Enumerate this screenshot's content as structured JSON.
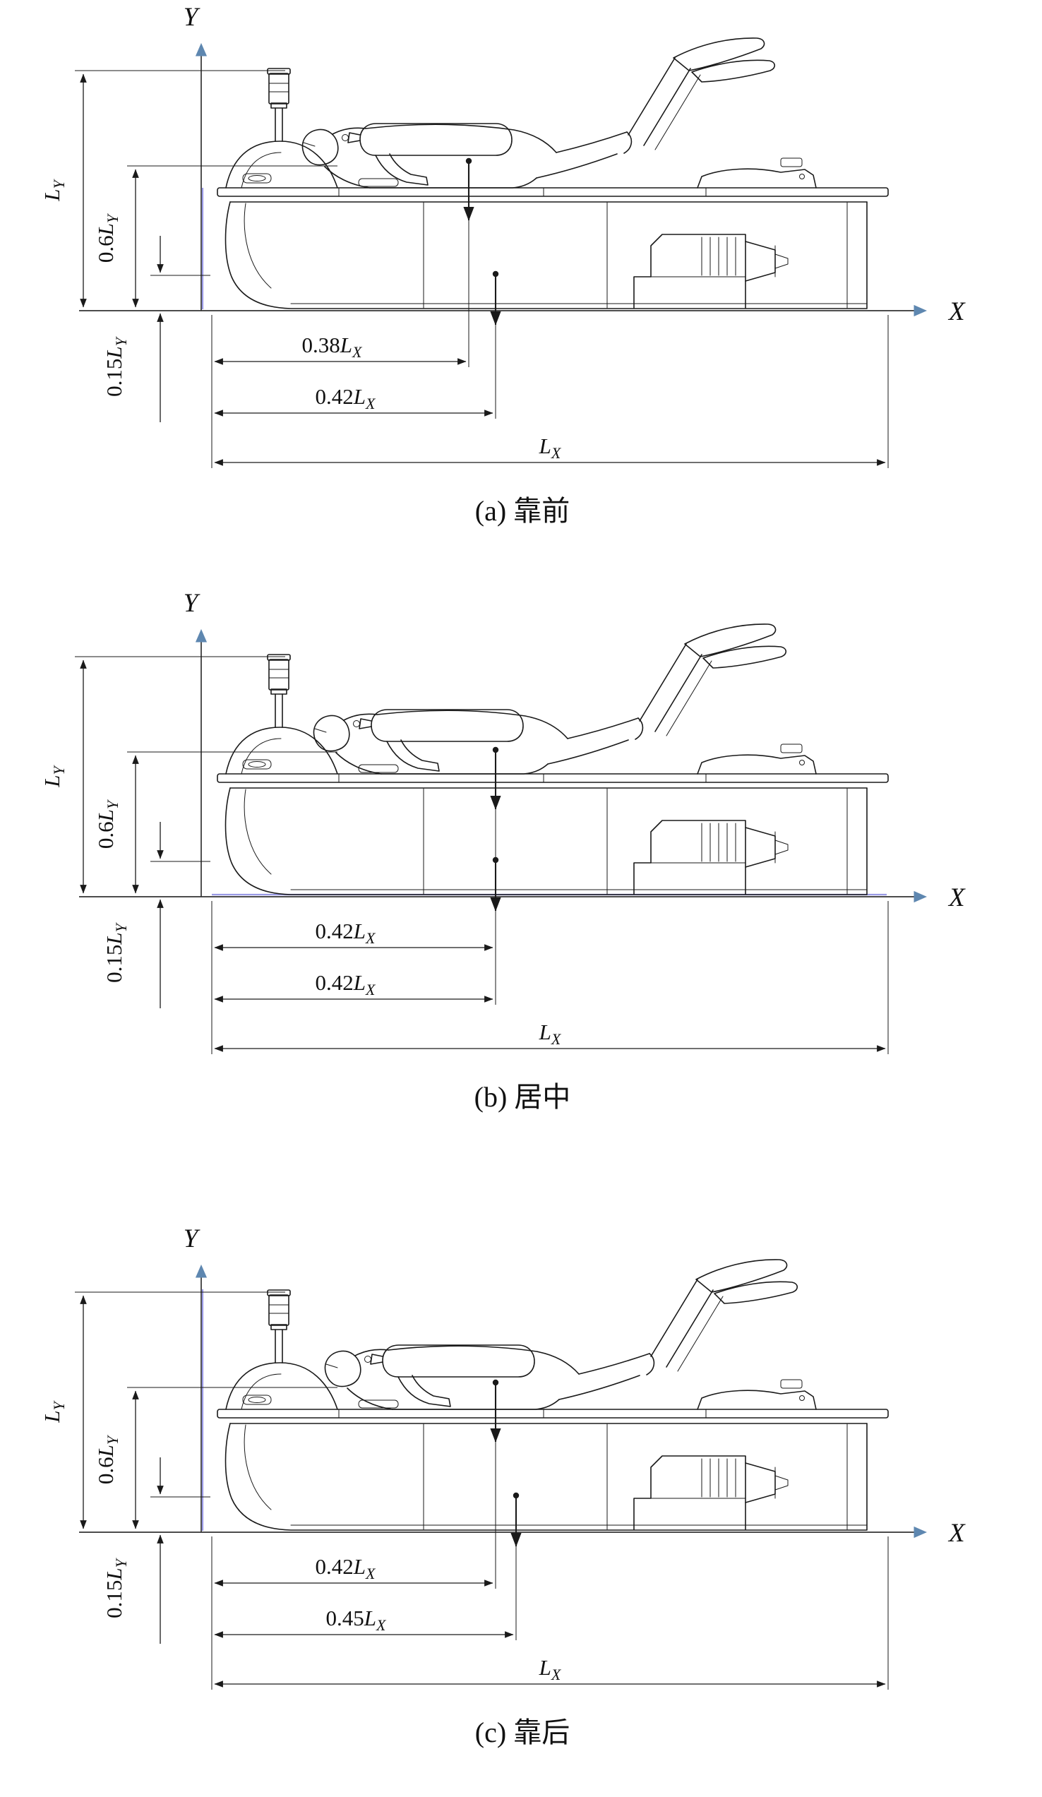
{
  "colors": {
    "axis_arrow": "#5e87b0",
    "accent": "#8888e0",
    "ink": "#1a1a1a"
  },
  "panels": [
    {
      "caption": "(a) 靠前",
      "x_axis_label": "X",
      "y_axis_label": "Y",
      "dims": {
        "ly": {
          "coef": "",
          "sym": "L",
          "sub": "Y"
        },
        "ly06": {
          "coef": "0.6",
          "sym": "L",
          "sub": "Y"
        },
        "ly015": {
          "coef": "0.15",
          "sym": "L",
          "sub": "Y"
        },
        "dx1": {
          "coef": "0.38",
          "sym": "L",
          "sub": "X"
        },
        "dx2": {
          "coef": "0.42",
          "sym": "L",
          "sub": "X"
        },
        "lx": {
          "coef": "",
          "sym": "L",
          "sub": "X"
        }
      }
    },
    {
      "caption": "(b) 居中",
      "x_axis_label": "X",
      "y_axis_label": "Y",
      "dims": {
        "ly": {
          "coef": "",
          "sym": "L",
          "sub": "Y"
        },
        "ly06": {
          "coef": "0.6",
          "sym": "L",
          "sub": "Y"
        },
        "ly015": {
          "coef": "0.15",
          "sym": "L",
          "sub": "Y"
        },
        "dx1": {
          "coef": "0.42",
          "sym": "L",
          "sub": "X"
        },
        "dx2": {
          "coef": "0.42",
          "sym": "L",
          "sub": "X"
        },
        "lx": {
          "coef": "",
          "sym": "L",
          "sub": "X"
        }
      }
    },
    {
      "caption": "(c) 靠后",
      "x_axis_label": "X",
      "y_axis_label": "Y",
      "dims": {
        "ly": {
          "coef": "",
          "sym": "L",
          "sub": "Y"
        },
        "ly06": {
          "coef": "0.6",
          "sym": "L",
          "sub": "Y"
        },
        "ly015": {
          "coef": "0.15",
          "sym": "L",
          "sub": "Y"
        },
        "dx1": {
          "coef": "0.42",
          "sym": "L",
          "sub": "X"
        },
        "dx2": {
          "coef": "0.45",
          "sym": "L",
          "sub": "X"
        },
        "lx": {
          "coef": "",
          "sym": "L",
          "sub": "X"
        }
      }
    }
  ]
}
